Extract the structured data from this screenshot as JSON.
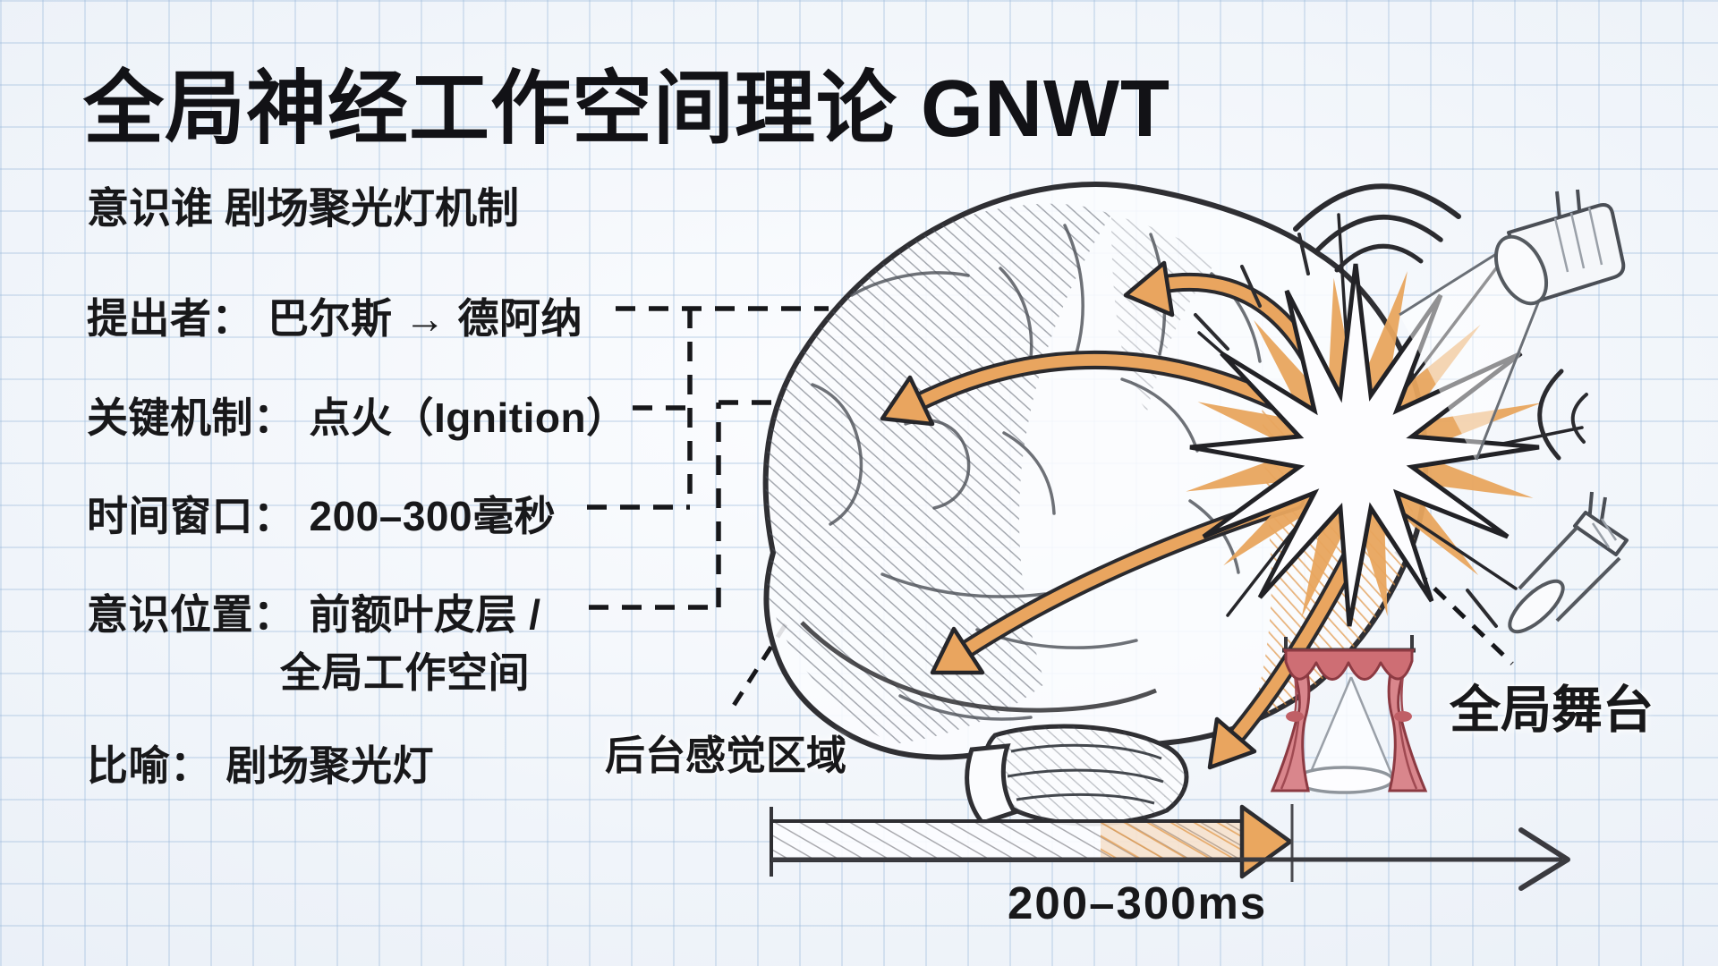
{
  "title": "全局神经工作空间理论 GNWT",
  "subtitle": "意识谁 剧场聚光灯机制",
  "info": {
    "items": [
      {
        "label": "提出者：",
        "value": "巴尔斯 → 德阿纳"
      },
      {
        "label": "关键机制：",
        "value": "点火（Ignition）"
      },
      {
        "label": "时间窗口：",
        "value": "200–300毫秒"
      },
      {
        "label": "意识位置：",
        "value": "前额叶皮层 /",
        "value_line2": "全局工作空间"
      },
      {
        "label": "比喻：",
        "value": "剧场聚光灯"
      }
    ]
  },
  "diagram": {
    "backstage_label": "后台感觉区域",
    "stage_label": "全局舞台",
    "timeline_label": "200–300ms",
    "icons": [
      "brain-sketch",
      "ignition-starburst",
      "broadcast-arrows",
      "sound-wave-arcs",
      "spotlight",
      "theater-curtain",
      "timeline-arrow"
    ]
  },
  "palette": {
    "paper": "#eef3f9",
    "grid_line": "#9cbadb",
    "ink": "#18181a",
    "pencil": "#55595f",
    "accent_orange": "#e8a55e",
    "curtain_red": "#ce6e74"
  }
}
